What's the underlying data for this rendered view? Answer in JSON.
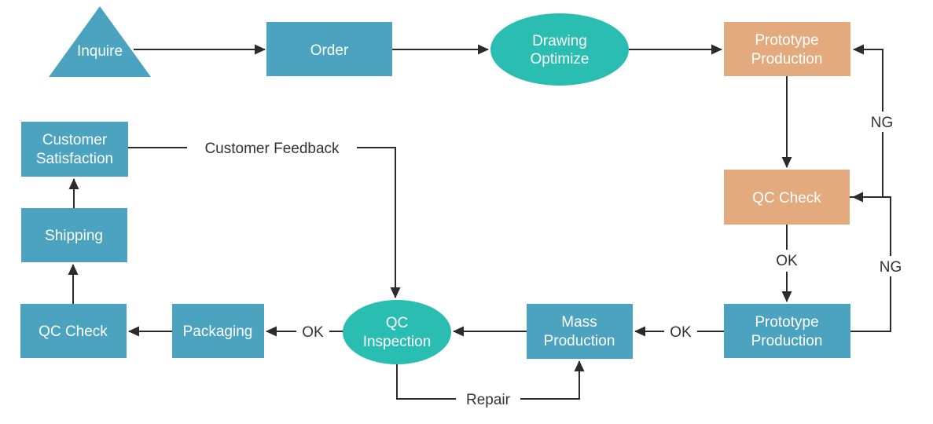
{
  "colors": {
    "node_blue": "#4BA3C0",
    "node_teal": "#2ABDB2",
    "node_orange": "#E3AA7D",
    "node_text": "#FFFFFF",
    "connector": "#2B2B2B",
    "edge_label_text": "#333333",
    "ng_label_text": "#EBB287"
  },
  "nodes": {
    "inquire": {
      "label": "Inquire",
      "shape": "triangle"
    },
    "order": {
      "label": "Order",
      "shape": "rect"
    },
    "drawing_optimize": {
      "lines": [
        "Drawing",
        "Optimize"
      ],
      "shape": "ellipse"
    },
    "prototype_production_top": {
      "lines": [
        "Prototype",
        "Production"
      ],
      "shape": "rect"
    },
    "qc_check_right": {
      "label": "QC Check",
      "shape": "rect"
    },
    "prototype_production_bottom": {
      "lines": [
        "Prototype",
        "Production"
      ],
      "shape": "rect"
    },
    "mass_production": {
      "lines": [
        "Mass",
        "Production"
      ],
      "shape": "rect"
    },
    "qc_inspection": {
      "lines": [
        "QC",
        "Inspection"
      ],
      "shape": "ellipse"
    },
    "packaging": {
      "label": "Packaging",
      "shape": "rect"
    },
    "qc_check_left": {
      "label": "QC Check",
      "shape": "rect"
    },
    "shipping": {
      "label": "Shipping",
      "shape": "rect"
    },
    "customer_satisfaction": {
      "lines": [
        "Customer",
        "Satisfaction"
      ],
      "shape": "rect"
    }
  },
  "edge_labels": {
    "ok_right": "OK",
    "ok_bottom_right": "OK",
    "ok_bottom_left": "OK",
    "ng_top": "NG",
    "ng_bottom": "NG",
    "customer_feedback": "Customer Feedback",
    "repair": "Repair"
  }
}
